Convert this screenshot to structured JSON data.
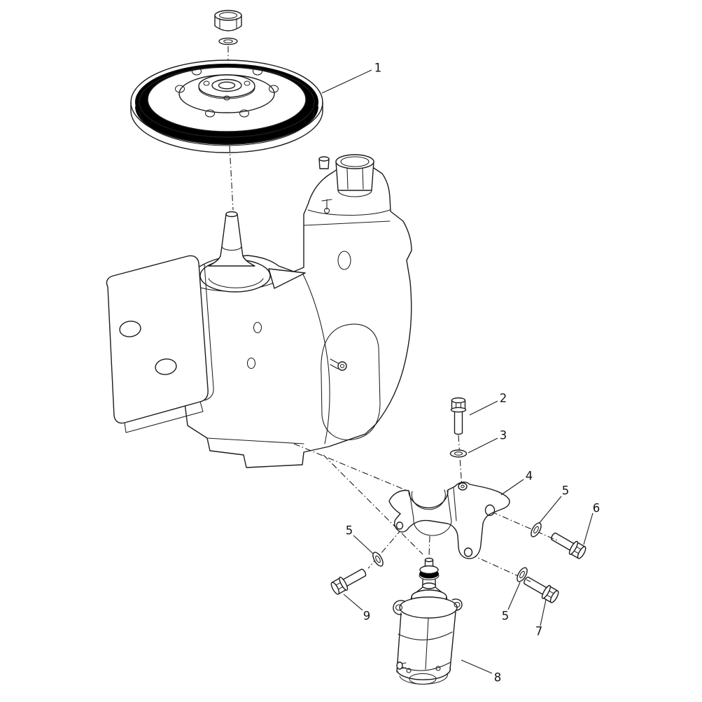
{
  "page": {
    "background": "#ffffff",
    "ink": "#1c1c1c"
  },
  "callouts": {
    "flywheel": "1",
    "bolt_top": "2",
    "washer_top": "3",
    "bracket": "4",
    "washer_right": "5",
    "bolt_right": "6",
    "washer_left": "5",
    "bolt_left": "9",
    "washer_lower": "5",
    "bolt_lower": "7",
    "starter_motor": "8"
  }
}
